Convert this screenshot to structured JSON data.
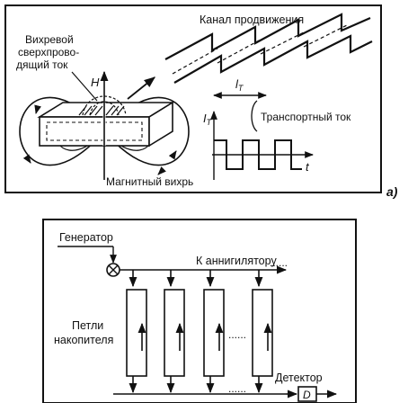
{
  "panel_a": {
    "channel_label": "Канал продвижения",
    "vortex_current_label": [
      "Вихревой",
      "сверхпрово-",
      "дящий ток"
    ],
    "field_axis_label": "H",
    "period_label_base": "l",
    "period_label_sub": "T",
    "current_axis_base": "I",
    "current_axis_sub": "T",
    "transport_label": "Транспортный ток",
    "time_axis_label": "t",
    "vortex_label": "Магнитный вихрь",
    "panel_letter": "а)"
  },
  "panel_b": {
    "generator_label": "Генератор",
    "annihilator_label": "К аннигилятору",
    "loops_label": [
      "Петли",
      "накопителя"
    ],
    "detector_label": "Детектор",
    "detector_box_label": "D",
    "dots": "......"
  }
}
